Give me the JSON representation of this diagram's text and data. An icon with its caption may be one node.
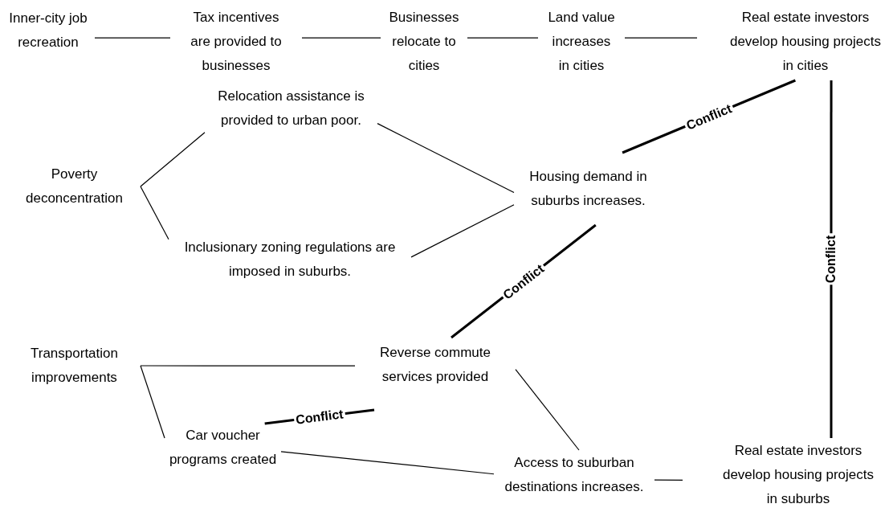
{
  "diagram": {
    "nodes": [
      {
        "text": [
          "Inner-city job recreation"
        ]
      },
      {
        "text": [
          "Tax incentives are provided to businesses"
        ]
      },
      {
        "text": [
          "Businesses relocate to cities"
        ]
      },
      {
        "text": [
          "Land value increases in cities"
        ]
      },
      {
        "text": [
          "Real estate investors develop housing projects in cities"
        ]
      },
      {
        "text": [
          "Poverty deconcentration"
        ]
      },
      {
        "text": [
          "Relocation assistance is provided to urban poor."
        ]
      },
      {
        "text": [
          "Inclusionary zoning regulations are imposed in suburbs."
        ]
      },
      {
        "text": [
          "Housing demand in suburbs increases."
        ]
      },
      {
        "text": [
          "Transportation improvements"
        ]
      },
      {
        "text": [
          "Reverse commute services provided"
        ]
      },
      {
        "text": [
          "Car voucher programs created"
        ]
      },
      {
        "text": [
          "Access to suburban destinations increases."
        ]
      },
      {
        "text": [
          "Real estate investors develop housing projects in suburbs"
        ]
      }
    ],
    "edges": [
      {
        "from": 0,
        "to": 1,
        "arrow": "none"
      },
      {
        "from": 1,
        "to": 2,
        "arrow": "none"
      },
      {
        "from": 2,
        "to": 3,
        "arrow": "none"
      },
      {
        "from": 3,
        "to": 4,
        "arrow": "none"
      },
      {
        "from": 4,
        "to": 8,
        "arrow": "none",
        "label": "Conflict",
        "style": "thick"
      },
      {
        "from": 4,
        "to": 13,
        "arrow": "none",
        "label": "Conflict",
        "style": "thick"
      },
      {
        "from": 5,
        "to": 6,
        "arrow": "none"
      },
      {
        "from": 5,
        "to": 7,
        "arrow": "none"
      },
      {
        "from": 6,
        "to": 8,
        "arrow": "none"
      },
      {
        "from": 7,
        "to": 8,
        "arrow": "none"
      },
      {
        "from": 8,
        "to": 10,
        "arrow": "none",
        "label": "Conflict",
        "style": "thick"
      },
      {
        "from": 9,
        "to": 10,
        "arrow": "none"
      },
      {
        "from": 9,
        "to": 11,
        "arrow": "none"
      },
      {
        "from": 10,
        "to": 11,
        "arrow": "none",
        "label": "Conflict",
        "style": "thick"
      },
      {
        "from": 10,
        "to": 12,
        "arrow": "none"
      },
      {
        "from": 11,
        "to": 12,
        "arrow": "none"
      },
      {
        "from": 12,
        "to": 13,
        "arrow": "none"
      }
    ]
  }
}
